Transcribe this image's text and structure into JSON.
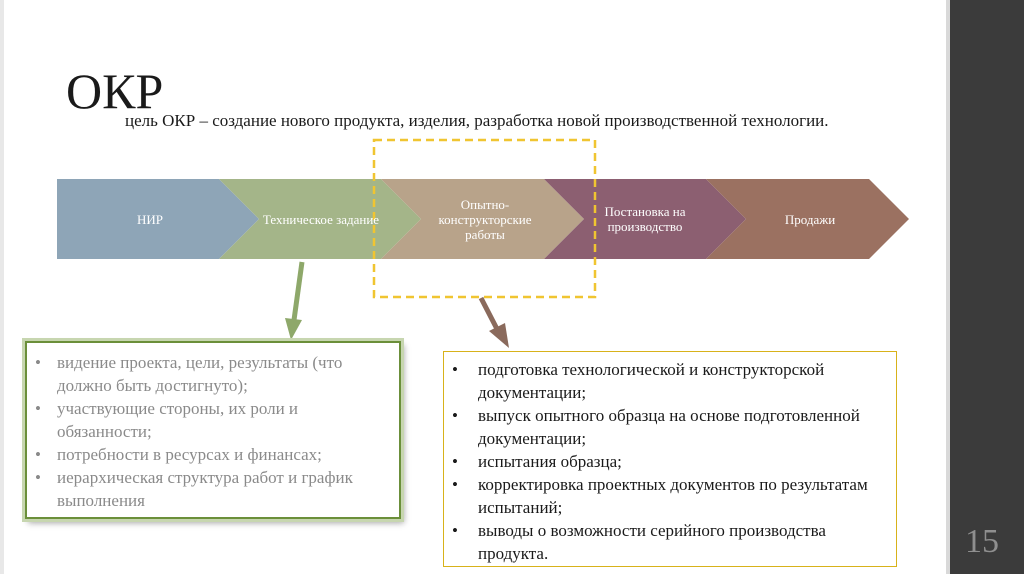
{
  "slide": {
    "title": "ОКР",
    "subtitle": "цель ОКР – создание нового продукта, изделия, разработка новой производственной технологии.",
    "page_number": "15"
  },
  "process": {
    "steps": [
      {
        "label": "НИР",
        "color": "#8ea5b7"
      },
      {
        "label": "Техническое задание",
        "color": "#a4b589"
      },
      {
        "label": "Опытно-конструкторские работы",
        "color": "#b8a38a"
      },
      {
        "label": "Постановка на производство",
        "color": "#8c5f71"
      },
      {
        "label": "Продажи",
        "color": "#9b7161"
      }
    ],
    "highlight_color": "#f0c531"
  },
  "box_left": {
    "items": [
      "видение проекта, цели, результаты (что должно быть достигнуто);",
      "участвующие стороны, их роли и обязанности;",
      "потребности в ресурсах и финансах;",
      "иерархическая структура работ и график выполнения"
    ]
  },
  "box_right": {
    "items": [
      "подготовка технологической и конструкторской документации;",
      "выпуск опытного образца на основе подготовленной документации;",
      "испытания образца;",
      "корректировка проектных документов по результатам испытаний;",
      "выводы о возможности серийного производства продукта."
    ]
  },
  "colors": {
    "arrow_green": "#8ea86a",
    "arrow_brown": "#8a6a5c",
    "panel_dark": "#3b3b3b"
  }
}
